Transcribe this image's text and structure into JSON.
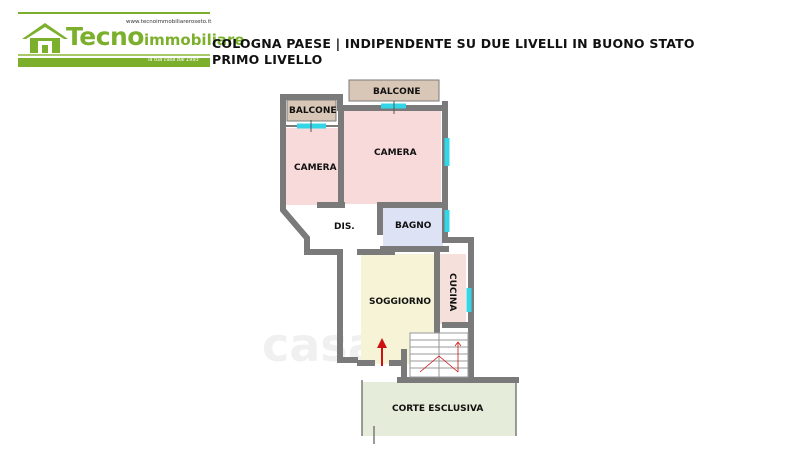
{
  "header": {
    "website": "www.tecnoimmobiliareroseto.it",
    "brand_big": "Tecno",
    "brand_small": "immobiliare",
    "tagline": "la tua casa dal 1993",
    "title_line1": "COLOGNA PAESE | INDIPENDENTE SU DUE LIVELLI IN BUONO STATO",
    "title_line2": "PRIMO LIVELLO"
  },
  "rooms": {
    "balcone_left": "BALCONE",
    "balcone_top": "BALCONE",
    "camera_left": "CAMERA",
    "camera_main": "CAMERA",
    "dis": "DIS.",
    "bagno": "BAGNO",
    "cucina": "CUCINA",
    "soggiorno": "SOGGIORNO",
    "corte": "CORTE ESCLUSIVA"
  },
  "watermark": "casa.it",
  "colors": {
    "brand_green": "#7cb02c",
    "wall": "#7a7a7a",
    "window": "#33d6e6",
    "balcone": "#d8c6b6",
    "camera": "#f8dada",
    "bagno": "#dde3f5",
    "soggiorno": "#f7f3d6",
    "cucina": "#f6e0dc",
    "corte": "#e6ecda",
    "entry_arrow": "#cc1111"
  }
}
